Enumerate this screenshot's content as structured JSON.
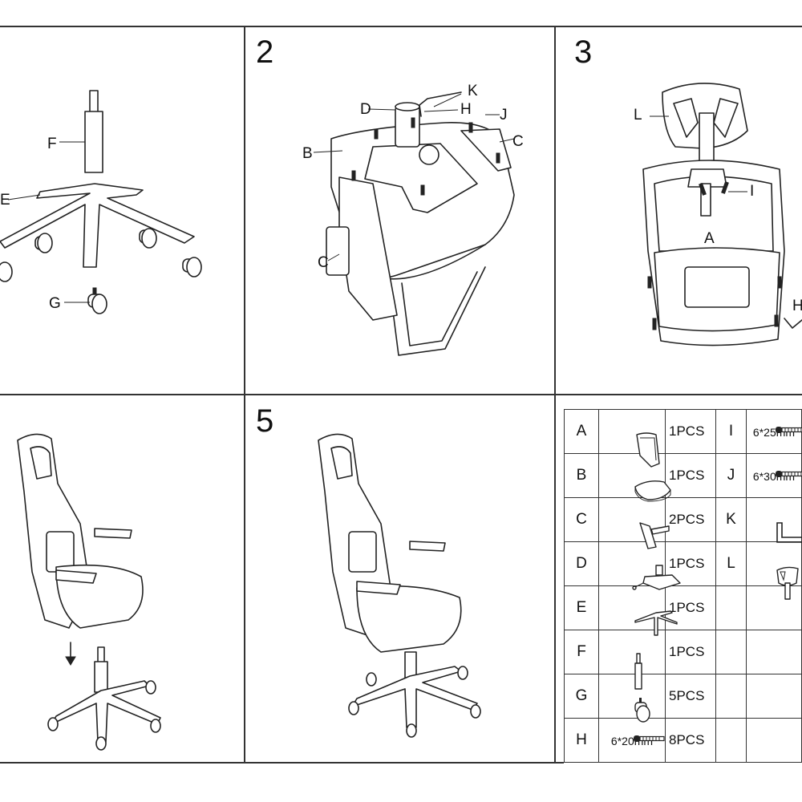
{
  "steps": {
    "s2": "2",
    "s3": "3",
    "s5": "5"
  },
  "labels": {
    "p1": {
      "F": "F",
      "E": "E",
      "G": "G"
    },
    "p2": {
      "K": "K",
      "D": "D",
      "H": "H",
      "J": "J",
      "C1": "C",
      "B": "B",
      "C2": "C"
    },
    "p3": {
      "L": "L",
      "I": "I",
      "A": "A",
      "H": "H"
    }
  },
  "parts": [
    {
      "code": "A",
      "icon": "backrest-icon",
      "qty": "1PCS",
      "code2": "I",
      "icon2": "screw-icon",
      "size2": "6*25mm"
    },
    {
      "code": "B",
      "icon": "seat-icon",
      "qty": "1PCS",
      "code2": "J",
      "icon2": "screw-icon",
      "size2": "6*30mm"
    },
    {
      "code": "C",
      "icon": "armrest-icon",
      "qty": "2PCS",
      "code2": "K",
      "icon2": "allen-key-icon",
      "size2": ""
    },
    {
      "code": "D",
      "icon": "mechanism-icon",
      "qty": "1PCS",
      "code2": "L",
      "icon2": "headrest-icon",
      "size2": ""
    },
    {
      "code": "E",
      "icon": "base-icon",
      "qty": "1PCS",
      "code2": "",
      "icon2": "",
      "size2": ""
    },
    {
      "code": "F",
      "icon": "gas-lift-icon",
      "qty": "1PCS",
      "code2": "",
      "icon2": "",
      "size2": ""
    },
    {
      "code": "G",
      "icon": "caster-icon",
      "qty": "5PCS",
      "code2": "",
      "icon2": "",
      "size2": ""
    },
    {
      "code": "H",
      "icon": "screw-icon",
      "qty": "8PCS",
      "size": "6*20mm",
      "code2": "",
      "icon2": "",
      "size2": ""
    }
  ]
}
